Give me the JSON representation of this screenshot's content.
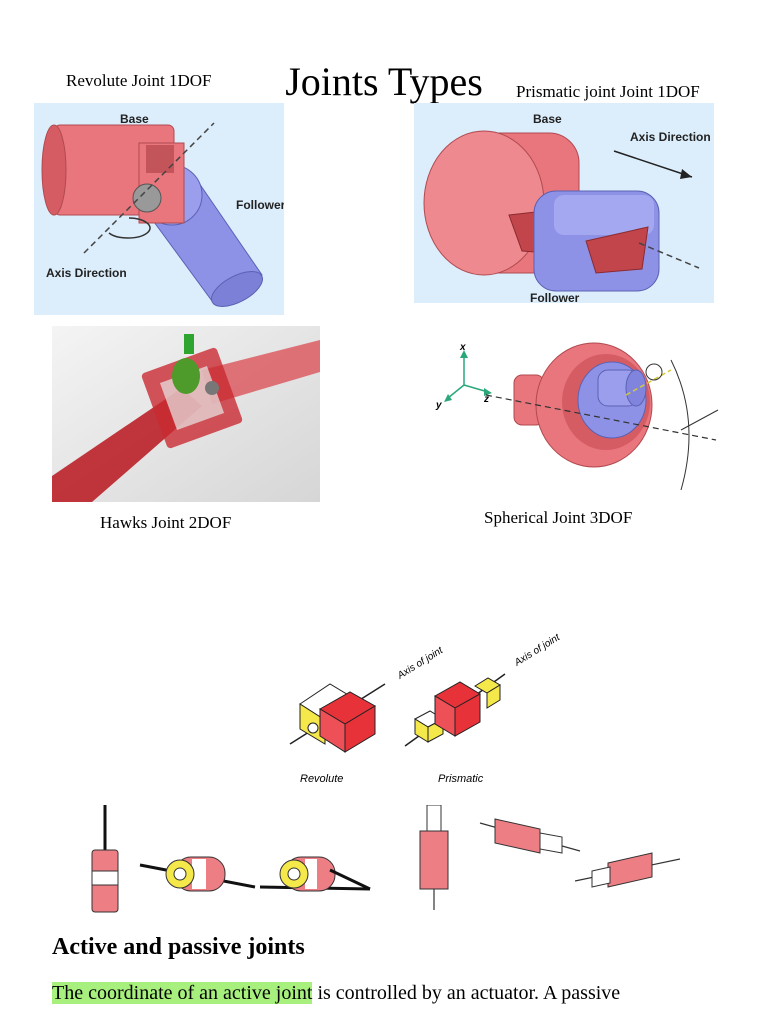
{
  "page": {
    "title": "Joints Types",
    "captions": {
      "revolute": "Revolute Joint 1DOF",
      "prismatic": "Prismatic joint Joint 1DOF",
      "hawks": "Hawks Joint 2DOF",
      "spherical": "Spherical  Joint 3DOF"
    },
    "figure_labels": {
      "revolute": {
        "base": "Base",
        "follower": "Follower",
        "axis": "Axis Direction"
      },
      "prismatic": {
        "base": "Base",
        "follower": "Follower",
        "axis": "Axis Direction"
      },
      "spherical": {
        "x": "x",
        "y": "y",
        "z": "z"
      }
    },
    "diagram_labels": {
      "axis_left": "Axis of joint",
      "axis_right": "Axis of joint",
      "revolute": "Revolute",
      "prismatic": "Prismatic"
    },
    "section": {
      "heading": "Active and passive joints",
      "para_highlight": "The coordinate of an active joint",
      "para_rest": " is controlled by an actuator. A passive"
    }
  },
  "colors": {
    "salmon": "#e9767c",
    "periwinkle": "#8e92e6",
    "panel_blue": "#dceefc",
    "red": "#e8323a",
    "yellow": "#f5e84a",
    "pink": "#f08a90",
    "highlight": "#a8f07e"
  }
}
